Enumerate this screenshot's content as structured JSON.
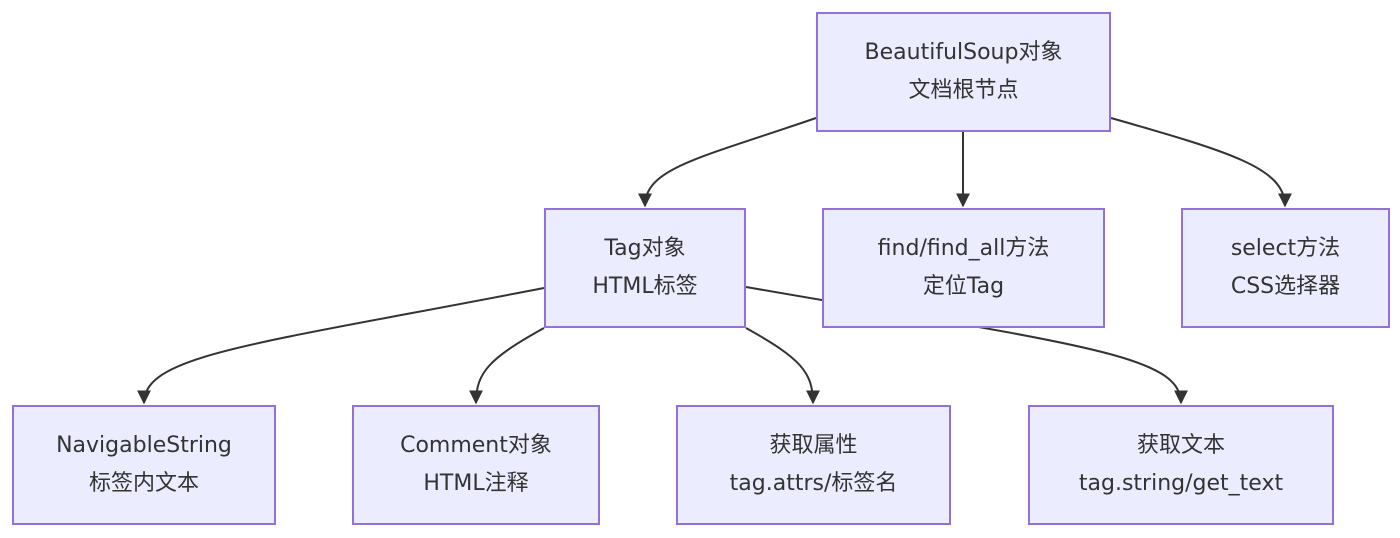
{
  "nodes": {
    "root": {
      "line1": "BeautifulSoup对象",
      "line2": "文档根节点"
    },
    "tag": {
      "line1": "Tag对象",
      "line2": "HTML标签"
    },
    "find": {
      "line1": "find/find_all方法",
      "line2": "定位Tag"
    },
    "select": {
      "line1": "select方法",
      "line2": "CSS选择器"
    },
    "nav": {
      "line1": "NavigableString",
      "line2": "标签内文本"
    },
    "comment": {
      "line1": "Comment对象",
      "line2": "HTML注释"
    },
    "attrs": {
      "line1": "获取属性",
      "line2": "tag.attrs/标签名"
    },
    "text": {
      "line1": "获取文本",
      "line2": "tag.string/get_text"
    }
  },
  "edges": [
    {
      "from": "root",
      "to": "tag"
    },
    {
      "from": "root",
      "to": "find"
    },
    {
      "from": "root",
      "to": "select"
    },
    {
      "from": "tag",
      "to": "nav"
    },
    {
      "from": "tag",
      "to": "comment"
    },
    {
      "from": "tag",
      "to": "attrs"
    },
    {
      "from": "tag",
      "to": "text"
    }
  ],
  "colors": {
    "node_fill": "#ececff",
    "node_border": "#9370db",
    "edge": "#333333",
    "text": "#333333"
  }
}
